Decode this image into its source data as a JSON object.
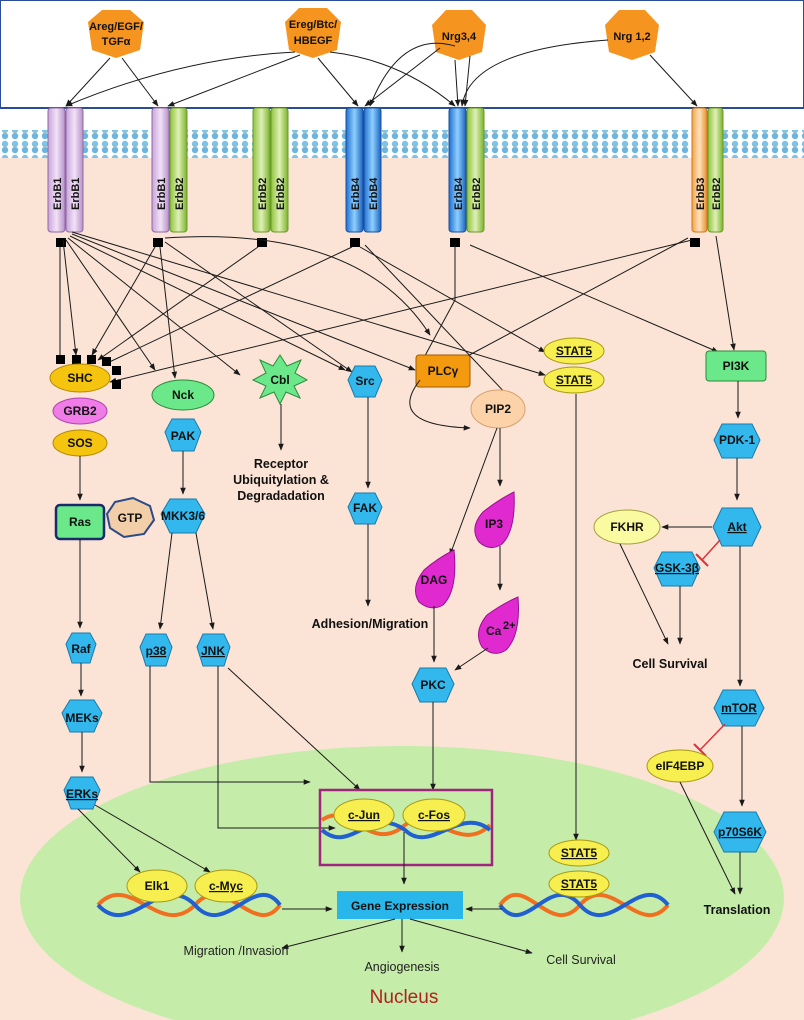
{
  "ligands": [
    "Areg/EGF/",
    "TGFα",
    "Ereg/Btc/",
    "HBEGF",
    "Nrg3,4",
    "Nrg 1,2"
  ],
  "receptors": [
    [
      "ErbB1",
      "ErbB1"
    ],
    [
      "ErbB1",
      "ErbB2"
    ],
    [
      "ErbB2",
      "ErbB2"
    ],
    [
      "ErbB4",
      "ErbB4"
    ],
    [
      "ErbB4",
      "ErbB2"
    ],
    [
      "ErbB3",
      "ErbB2"
    ]
  ],
  "nodes": {
    "shc": "SHC",
    "grb2": "GRB2",
    "sos": "SOS",
    "ras": "Ras",
    "gtp": "GTP",
    "raf": "Raf",
    "meks": "MEKs",
    "erks": "ERKs",
    "nck": "Nck",
    "pak": "PAK",
    "mkk": "MKK3/6",
    "p38": "p38",
    "jnk": "JNK",
    "cbl": "Cbl",
    "src": "Src",
    "fak": "FAK",
    "plcg": "PLCγ",
    "pip2": "PIP2",
    "ip3": "IP3",
    "dag": "DAG",
    "ca_base": "Ca",
    "ca_sup": "2+",
    "pkc": "PKC",
    "stat5": "STAT5",
    "pi3k": "PI3K",
    "pdk1": "PDK-1",
    "akt": "Akt",
    "fkhr": "FKHR",
    "gsk": "GSK-3β",
    "mtor": "mTOR",
    "eif": "eIF4EBP",
    "p70": "p70S6K",
    "elk1": "Elk1",
    "cmyc": "c-Myc",
    "cjun": "c-Jun",
    "cfos": "c-Fos"
  },
  "captions": {
    "receptor_deg_1": "Receptor",
    "receptor_deg_2": "Ubiquitylation &",
    "receptor_deg_3": "Degradadation",
    "adhesion": "Adhesion/Migration",
    "cell_survival_top": "Cell Survival",
    "translation": "Translation",
    "gene_expression": "Gene Expression",
    "migration_invasion": "Migration /Invasion",
    "angiogenesis": "Angiogenesis",
    "cell_survival_bottom": "Cell Survival",
    "nucleus": "Nucleus"
  },
  "colors": {
    "cytoplasm": "#fbe4d6",
    "nucleus": "#c6ecaa",
    "hexagon_blue": "#33b8ee",
    "ligand_orange": "#f5941e",
    "yellow": "#f7ef4f",
    "magenta": "#e02ad0",
    "green_box": "#5fe07a",
    "inhibit_red": "#e0303a",
    "frame_purple": "#a0257c"
  }
}
